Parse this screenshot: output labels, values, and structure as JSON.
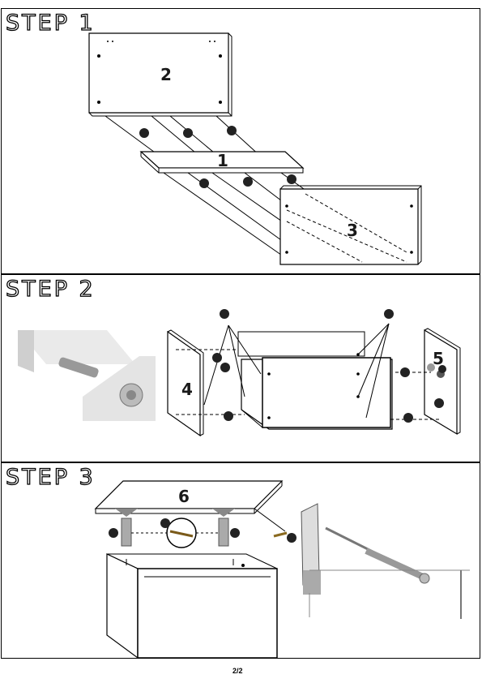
{
  "steps": [
    {
      "title": "STEP 1",
      "parts": [
        "2",
        "1",
        "3"
      ]
    },
    {
      "title": "STEP 2",
      "parts": [
        "4",
        "5"
      ]
    },
    {
      "title": "STEP 3",
      "parts": [
        "6"
      ]
    }
  ],
  "page_number": "2/2"
}
